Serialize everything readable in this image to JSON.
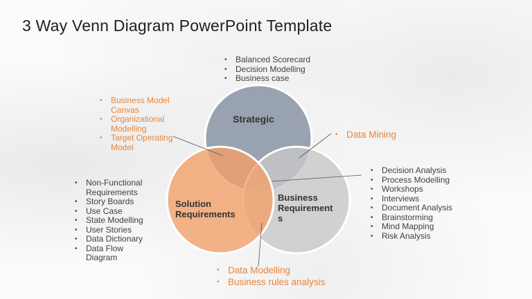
{
  "title": "3 Way Venn Diagram PowerPoint Template",
  "circles": {
    "strategic": {
      "label": "Strategic",
      "color": "#8a94a6"
    },
    "solution": {
      "label_line1": "Solution",
      "label_line2": "Requirements",
      "color": "#f2a06a"
    },
    "business": {
      "label_line1": "Business",
      "label_line2": "Requirement",
      "label_line3": "s",
      "color": "#c8c8c8"
    }
  },
  "lists": {
    "strategic_top": [
      "Balanced Scorecard",
      "Decision Modelling",
      "Business case"
    ],
    "strategic_solution": [
      "Business Model Canvas",
      "Organizational Modelling",
      "Target Operating Model"
    ],
    "strategic_business": [
      "Data Mining"
    ],
    "solution": [
      "Non-Functional Requirements",
      "Story Boards",
      "Use Case",
      "State Modelling",
      "User Stories",
      "Data Dictionary",
      "Data Flow Diagram"
    ],
    "business": [
      "Decision Analysis",
      "Process Modelling",
      "Workshops",
      "Interviews",
      "Document Analysis",
      "Brainstorming",
      "Mind Mapping",
      "Risk Analysis"
    ],
    "solution_business": [
      "Data Modelling",
      "Business rules analysis"
    ]
  },
  "colors": {
    "accent_orange": "#e8843a",
    "text_gray": "#404040"
  }
}
